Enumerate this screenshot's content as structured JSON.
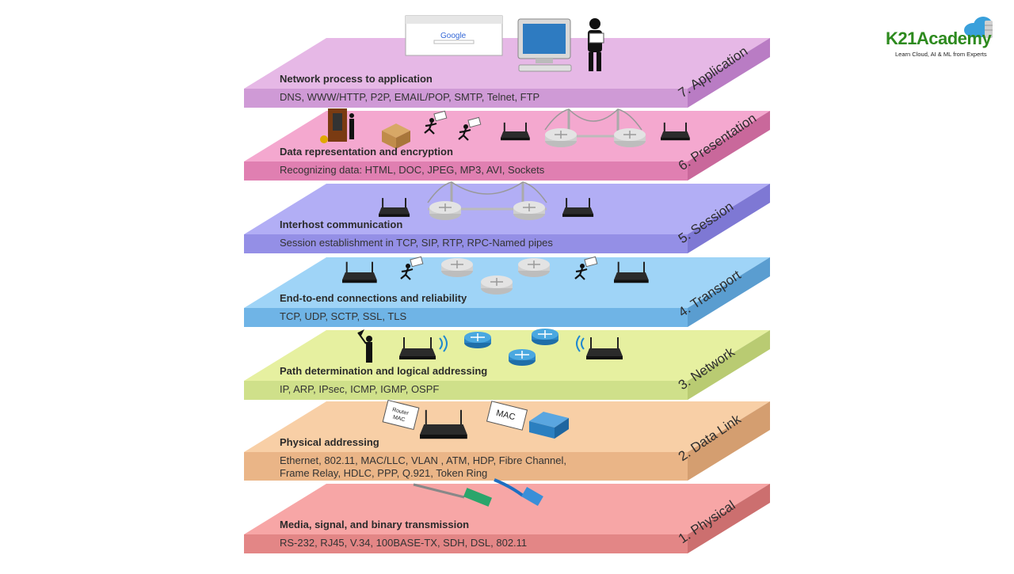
{
  "logo": {
    "title": "K21Academy",
    "subtitle": "Learn Cloud, AI & ML from Experts"
  },
  "browser": {
    "brand": "Google"
  },
  "layers": [
    {
      "number_label": "7. Application",
      "heading": "Network process to application",
      "protocols": [
        "DNS, WWW/HTTP, P2P, EMAIL/POP, SMTP, Telnet, FTP"
      ],
      "color_top": "#e6b8e6",
      "color_front": "#cf9ad6",
      "color_side": "#b97cc4"
    },
    {
      "number_label": "6. Presentation",
      "heading": "Data representation and encryption",
      "protocols": [
        "Recognizing data: HTML, DOC, JPEG, MP3, AVI, Sockets"
      ],
      "color_top": "#f4a8cf",
      "color_front": "#e07fb1",
      "color_side": "#c9689b"
    },
    {
      "number_label": "5. Session",
      "heading": "Interhost communication",
      "protocols": [
        "Session establishment in TCP, SIP, RTP, RPC-Named pipes"
      ],
      "color_top": "#b2aef5",
      "color_front": "#948fe6",
      "color_side": "#7e78d4"
    },
    {
      "number_label": "4. Transport",
      "heading": "End-to-end connections and reliability",
      "protocols": [
        "TCP, UDP, SCTP, SSL, TLS"
      ],
      "color_top": "#9fd4f7",
      "color_front": "#6fb4e6",
      "color_side": "#5a9dd0"
    },
    {
      "number_label": "3. Network",
      "heading": "Path determination and logical addressing",
      "protocols": [
        "IP, ARP, IPsec, ICMP, IGMP, OSPF"
      ],
      "color_top": "#e6f0a0",
      "color_front": "#cfe08a",
      "color_side": "#b9cb72"
    },
    {
      "number_label": "2. Data Link",
      "heading": "Physical addressing",
      "protocols": [
        "Ethernet, 802.11, MAC/LLC, VLAN , ATM, HDP, Fibre Channel,",
        "Frame Relay, HDLC,  PPP, Q.921, Token Ring"
      ],
      "color_top": "#f8cfa6",
      "color_front": "#eab587",
      "color_side": "#d49e70"
    },
    {
      "number_label": "1. Physical",
      "heading": "Media, signal, and binary transmission",
      "protocols": [
        "RS-232, RJ45, V.34, 100BASE-TX, SDH, DSL, 802.11"
      ],
      "color_top": "#f7a6a6",
      "color_front": "#e38686",
      "color_side": "#cc6f6f"
    }
  ],
  "illustrations": {
    "router_mac_tag": "Router MAC",
    "mac_tag": "MAC"
  }
}
